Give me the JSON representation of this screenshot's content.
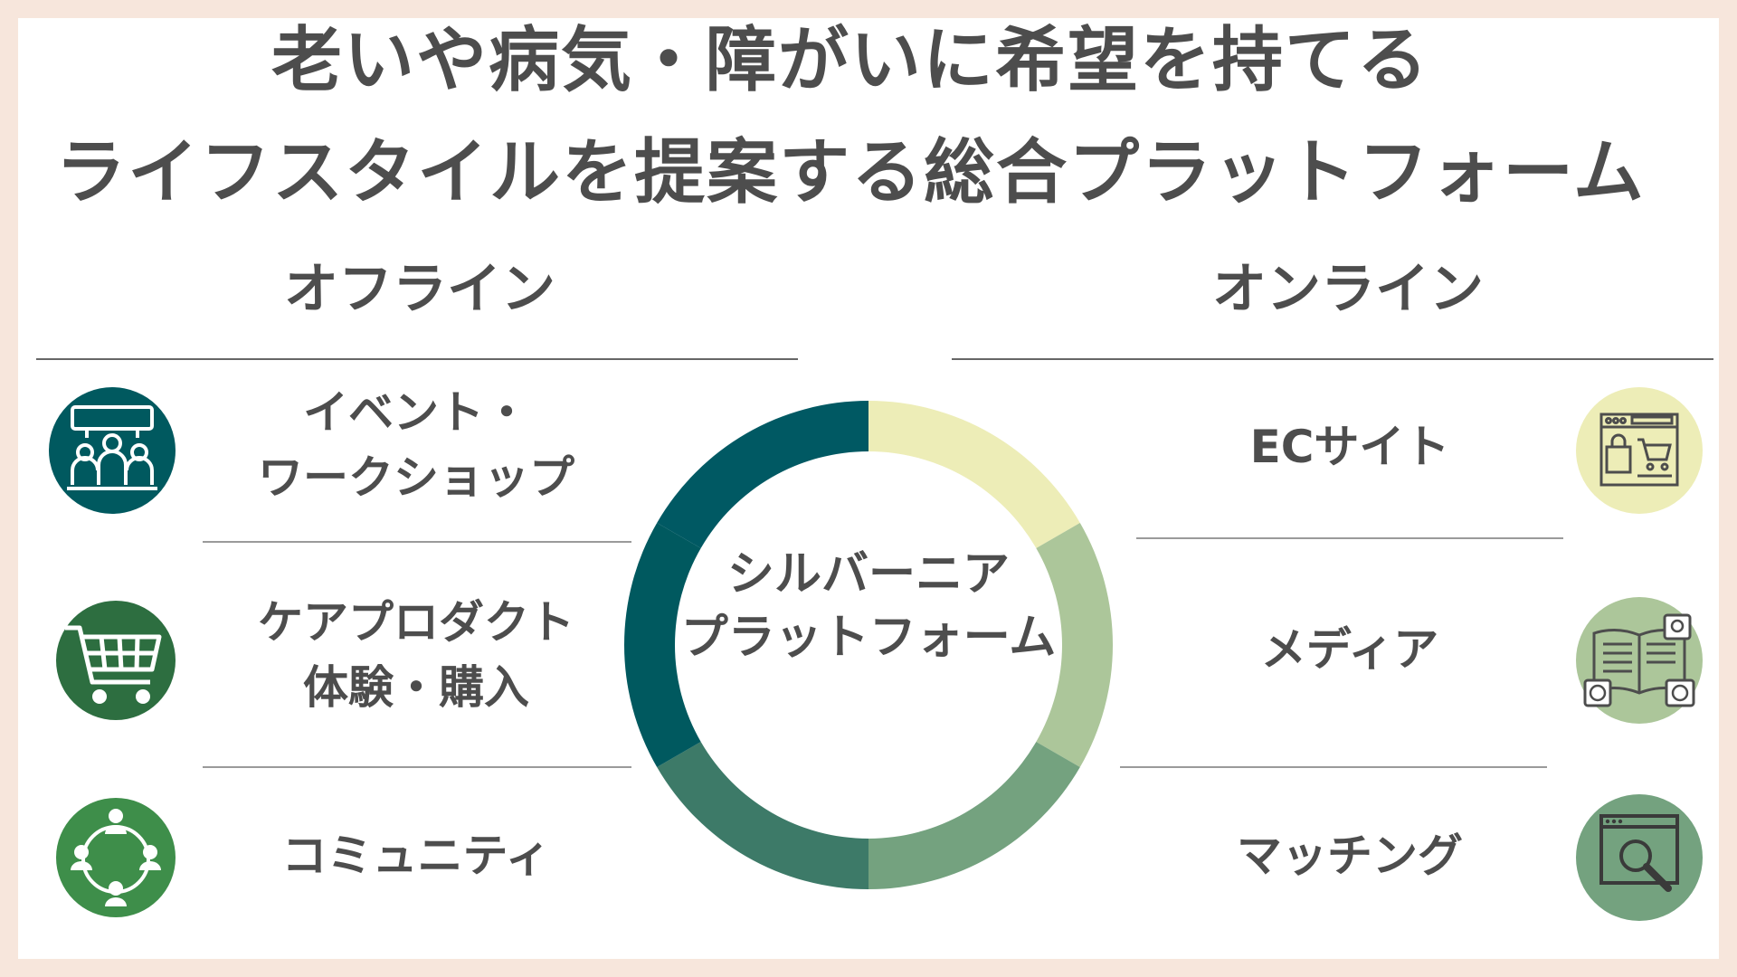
{
  "title": {
    "line1": "老いや病気・障がいに希望を持てる",
    "line2": "ライフスタイルを提案する総合プラットフォーム"
  },
  "center": {
    "line1": "シルバーニア",
    "line2": "プラットフォーム"
  },
  "offline": {
    "heading": "オフライン",
    "items": [
      {
        "line1": "イベント・",
        "line2": "ワークショップ",
        "icon": "group-event-icon",
        "color": "#00595f"
      },
      {
        "line1": "ケアプロダクト",
        "line2": "体験・購入",
        "icon": "shopping-cart-icon",
        "color": "#2d6e40"
      },
      {
        "line1": "コミュニティ",
        "line2": "",
        "icon": "community-network-icon",
        "color": "#3e8e4a"
      }
    ]
  },
  "online": {
    "heading": "オンライン",
    "items": [
      {
        "line1": "ECサイト",
        "icon": "ec-shop-window-icon",
        "color": "#ededb7"
      },
      {
        "line1": "メディア",
        "icon": "media-book-icon",
        "color": "#acc69a"
      },
      {
        "line1": "マッチング",
        "icon": "search-browser-icon",
        "color": "#74a27f"
      }
    ]
  },
  "ring_colors": [
    "#ededb7",
    "#acc69a",
    "#74a27f",
    "#3d7a68",
    "#00595f",
    "#005963"
  ]
}
